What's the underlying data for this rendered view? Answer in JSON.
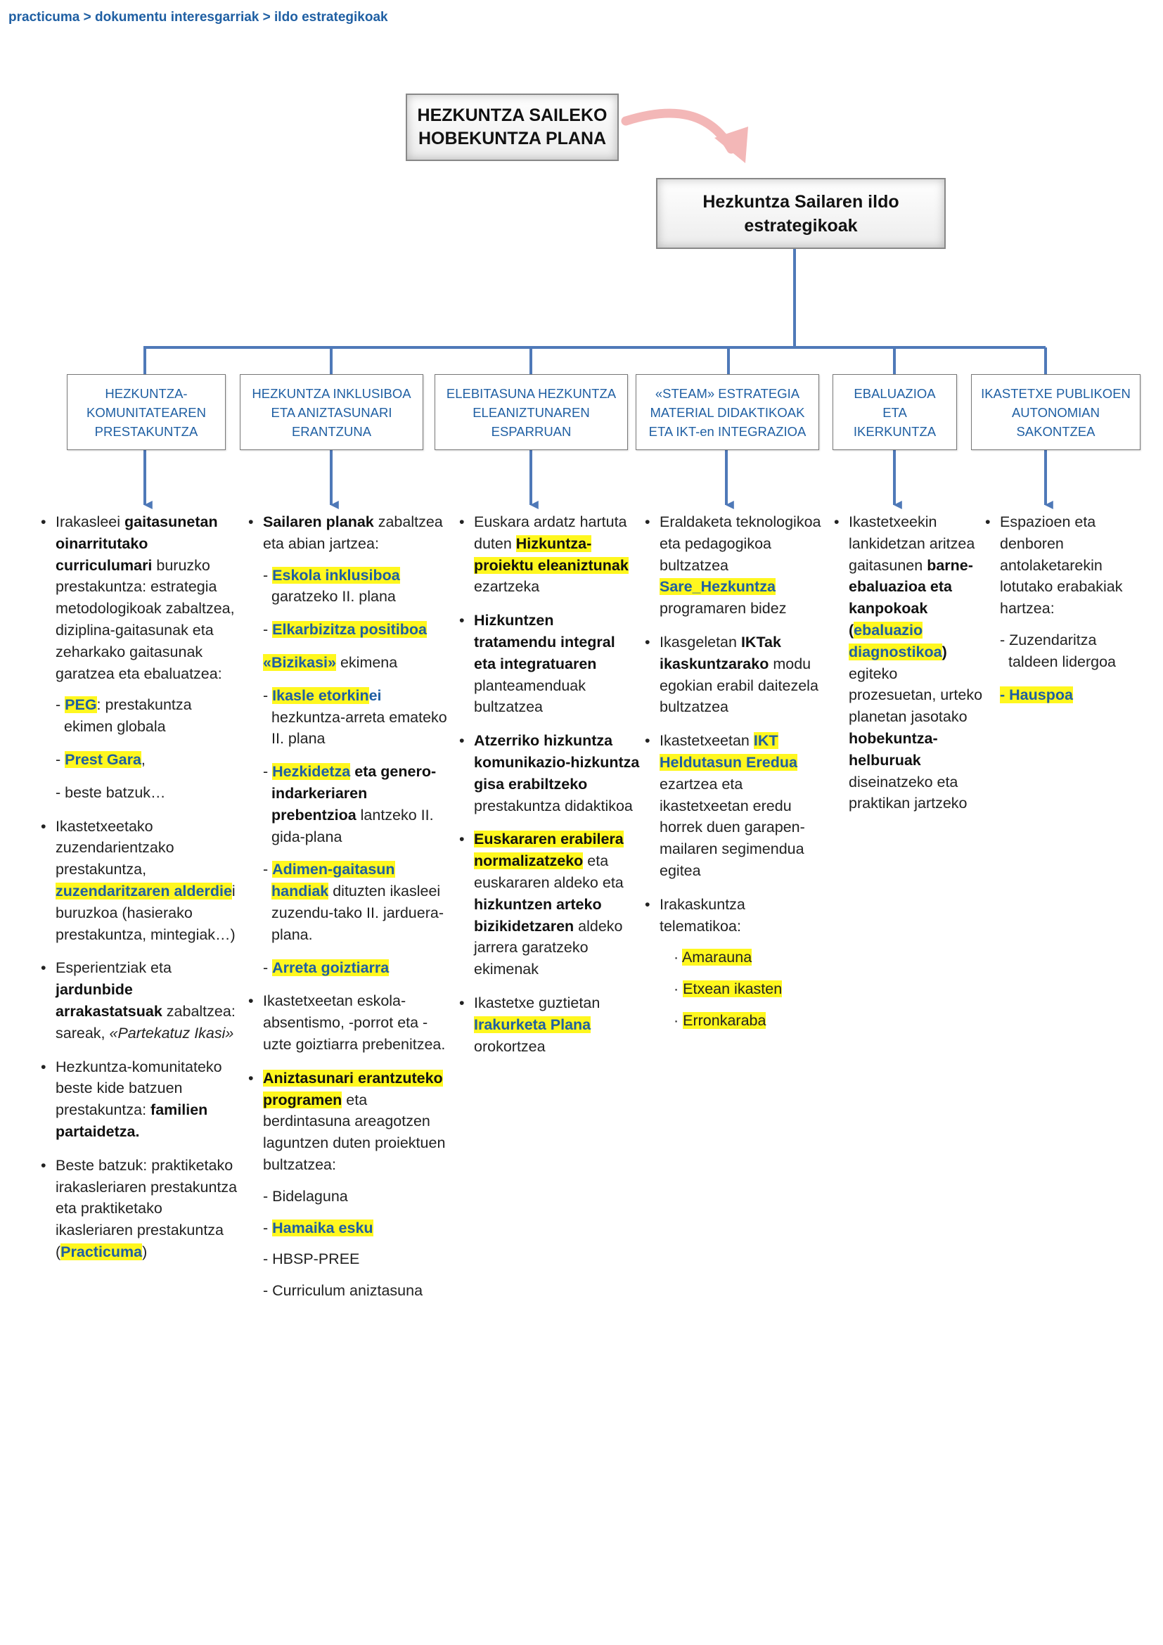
{
  "breadcrumb": {
    "item1": "practicuma",
    "sep1": " > ",
    "item2": "dokumentu interesgarriak",
    "sep2": " > ",
    "item3": "ildo estrategikoak"
  },
  "top_box": {
    "line1": "HEZKUNTZA SAILEKO",
    "line2": "HOBEKUNTZA PLANA"
  },
  "second_box": {
    "text": "Hezkuntza Sailaren ildo estrategikoak"
  },
  "categories": [
    {
      "l1": "HEZKUNTZA-",
      "l2": "KOMUNITATEAREN",
      "l3": "PRESTAKUNTZA"
    },
    {
      "l1": "HEZKUNTZA INKLUSIBOA",
      "l2": "ETA ANIZTASUNARI",
      "l3": "ERANTZUNA"
    },
    {
      "l1": "ELEBITASUNA HEZKUNTZA",
      "l2": "ELEANIZTUNAREN",
      "l3": "ESPARRUAN"
    },
    {
      "l1": "«STEAM» ESTRATEGIA",
      "l2": "MATERIAL DIDAKTIKOAK",
      "l3": "ETA IKT-en INTEGRAZIOA"
    },
    {
      "l1": "EBALUAZIOA",
      "l2": "ETA",
      "l3": "IKERKUNTZA"
    },
    {
      "l1": "IKASTETXE PUBLIKOEN",
      "l2": "AUTONOMIAN",
      "l3": "SAKONTZEA"
    }
  ],
  "col1": {
    "i1_a": "Irakasleei ",
    "i1_b": "gaitasunetan oinarritutako curriculumari",
    "i1_c": " buruzko prestakuntza:  estrategia metodologikoak zabaltzea, diziplina-gaitasunak eta zeharkako gaitasunak garatzea eta ebaluatzea:",
    "s1_dash": "- ",
    "s1_link": "PEG",
    "s1_rest": ": prestakuntza ekimen globala",
    "s2_dash": "- ",
    "s2_link": "Prest Gara",
    "s2_rest": ",",
    "s3": "- beste batzuk…",
    "i2_a": "Ikastetxeetako zuzendarientzako prestakuntza, ",
    "i2_link": "zuzendaritzaren alderdie",
    "i2_b": "i buruzkoa (hasierako prestakuntza, mintegiak…)",
    "i3_a": "Esperientziak eta ",
    "i3_b": "jardunbide arrakastatsuak",
    "i3_c": " zabaltzea: sareak, ",
    "i3_d": "«Partekatuz Ikasi»",
    "i4_a": "Hezkuntza-komunitateko beste kide batzuen prestakuntza: ",
    "i4_b": "familien partaidetza.",
    "i5_a": "Beste batzuk: praktiketako irakasleriaren prestakuntza eta praktiketako ikasleriaren prestakuntza (",
    "i5_link": "Practicuma",
    "i5_b": ")"
  },
  "col2": {
    "i1_a": "Sailaren planak",
    "i1_b": " zabaltzea eta abian jartzea:",
    "s1_dash": "- ",
    "s1_link": "Eskola inklusiboa",
    "s1_rest": " garatzeko II. plana",
    "s2_dash": "- ",
    "s2_link": "Elkarbizitza positiboa",
    "s3_link": "«Bizikasi»",
    "s3_rest": " ekimena",
    "s4_dash": "- ",
    "s4_link": "Ikasle etorkin",
    "s4_link2": "ei",
    "s4_rest": " hezkuntza-arreta emateko II. plana",
    "s5_dash": "- ",
    "s5_link": "Hezkidetza",
    "s5_b": " eta genero-indarkeriaren prebentzioa",
    "s5_rest": " lantzeko II. gida-plana",
    "s6_dash": "- ",
    "s6_link": "Adimen-gaitasun handiak",
    "s6_rest": " dituzten ikasleei zuzendu-tako II. jarduera-plana.",
    "s7_dash": "- ",
    "s7_link": "Arreta goiztiarra",
    "i2": "Ikastetxeetan eskola-absentismo, -porrot eta -uzte goiztiarra prebenitzea.",
    "i3_hl": "Aniztasunari erantzuteko programen",
    "i3_rest": " eta berdintasuna areagotzen laguntzen duten proiektuen bultzatzea:",
    "p1": "- Bidelaguna",
    "p2_dash": "- ",
    "p2_link": "Hamaika esku",
    "p3": "- HBSP-PREE",
    "p4": "- Curriculum aniztasuna"
  },
  "col3": {
    "i1_a": "Euskara ardatz hartuta duten ",
    "i1_hl": "Hizkuntza-proiektu eleaniztunak",
    "i1_b": " ezartzeka",
    "i2_a": "Hizkuntzen tratamendu integral eta integratuaren",
    "i2_b": " planteamenduak bultzatzea",
    "i3_a": "Atzerriko hizkuntza komunikazio-hizkuntza gisa erabiltzeko",
    "i3_b": " prestakuntza didaktikoa",
    "i4_hl": "Euskararen erabilera normalizatzeko",
    "i4_b": " eta euskararen aldeko eta ",
    "i4_c": "hizkuntzen arteko bizikidetzaren",
    "i4_d": " aldeko jarrera garatzeko ekimenak",
    "i5_a": "Ikastetxe guztietan ",
    "i5_link": "Irakurketa Plana",
    "i5_b": " orokortzea"
  },
  "col4": {
    "i1_a": "Eraldaketa teknologikoa eta pedagogikoa bultzatzea ",
    "i1_link": "Sare_Hezkuntza",
    "i1_b": " programaren bidez",
    "i2_a": "Ikasgeletan ",
    "i2_b": "IKTak ikaskuntzarako",
    "i2_c": " modu egokian erabil daitezela bultzatzea",
    "i3_a": "Ikastetxeetan ",
    "i3_link": "IKT Heldutasun Eredua",
    "i3_b": " ezartzea eta ikastetxeetan eredu horrek duen garapen-mailaren segimendua egitea",
    "i4": "Irakaskuntza telematikoa:",
    "t1_dot": "· ",
    "t1_link": "Amarauna",
    "t2_dot": "· ",
    "t2_link": "Etxean ikasten",
    "t3_dot": "· ",
    "t3_link": "Erronkaraba"
  },
  "col5": {
    "i1_a": "Ikastetxeekin lankidetzan aritzea gaitasunen ",
    "i1_b": "barne-ebaluazioa eta kanpokoak",
    "i1_c": " (",
    "i1_link": "ebaluazio diagnostikoa",
    "i1_d": ")",
    "i1_e": " egiteko prozesuetan, urteko planetan jasotako ",
    "i1_f": "hobekuntza-helburuak",
    "i1_g": " diseinatzeko eta praktikan jartzeko"
  },
  "col6": {
    "i1": "Espazioen eta denboren antolaketarekin lotutako erabakiak hartzea:",
    "s1": "- Zuzendaritza taldeen lidergoa",
    "s2_link": "- Hauspoa"
  },
  "colors": {
    "link": "#1f5fa3",
    "highlight": "#fff71f",
    "connector": "#4f79b8",
    "curve_arrow": "#f3b7b7"
  },
  "icons": [
    "curved-arrow-icon",
    "down-arrow-icon"
  ]
}
